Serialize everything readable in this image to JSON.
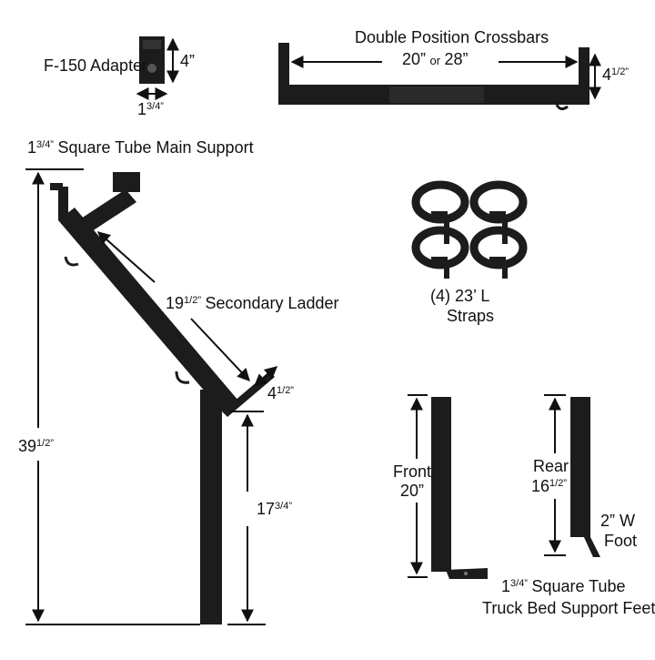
{
  "adapter": {
    "title": "F-150 Adapter",
    "height": "4”",
    "width_whole": "1",
    "width_frac": "3/4”"
  },
  "crossbars": {
    "title": "Double Position Crossbars",
    "length_a": "20”",
    "or_word": "or",
    "length_b": "28”",
    "height_whole": "4",
    "height_frac": "1/2”"
  },
  "main_support": {
    "size_whole": "1",
    "size_frac": "3/4”",
    "title": "Square Tube Main Support",
    "total_whole": "39",
    "total_frac": "1/2”",
    "lower_whole": "17",
    "lower_frac": "3/4”",
    "end_whole": "4",
    "end_frac": "1/2”"
  },
  "secondary_ladder": {
    "len_whole": "19",
    "len_frac": "1/2”",
    "title": "Secondary Ladder"
  },
  "straps": {
    "line1": "(4) 23’ L",
    "line2": "Straps"
  },
  "front_foot": {
    "label": "Front",
    "length": "20”"
  },
  "rear_foot": {
    "label": "Rear",
    "len_whole": "16",
    "len_frac": "1/2”",
    "foot_line1": "2” W",
    "foot_line2": "Foot"
  },
  "feet_caption": {
    "size_whole": "1",
    "size_frac": "3/4”",
    "line1": "Square Tube",
    "line2": "Truck Bed Support Feet"
  },
  "colors": {
    "metal": "#1c1c1c",
    "ink": "#111111",
    "background": "#ffffff"
  }
}
